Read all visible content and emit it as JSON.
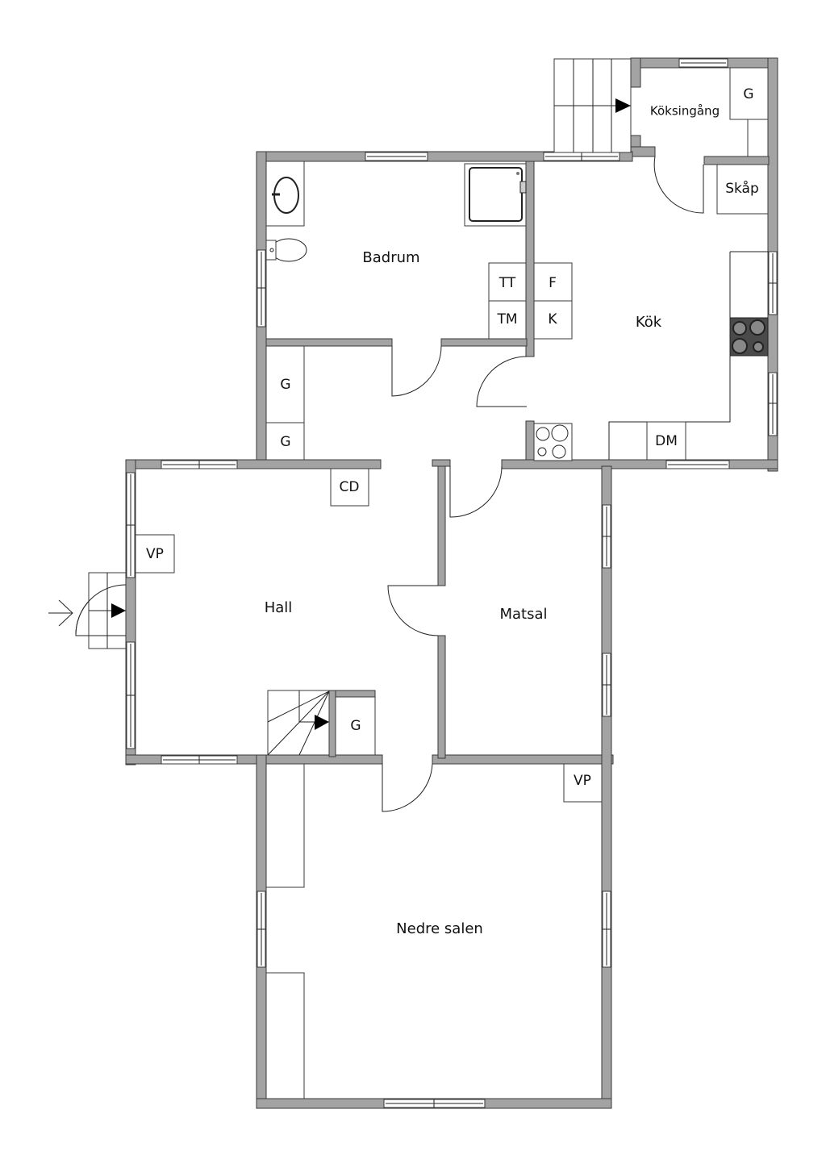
{
  "plan": {
    "colors": {
      "wall": "#a3a3a3",
      "wall_outline": "#3a3a3a",
      "background": "#ffffff",
      "stove_dark": "#4a4a4a"
    },
    "rooms": {
      "koksingang": "Köksingång",
      "badrum": "Badrum",
      "kok": "Kök",
      "hall": "Hall",
      "matsal": "Matsal",
      "nedre_salen": "Nedre salen"
    },
    "fixtures": {
      "koksingang_g": "G",
      "skap": "Skåp",
      "tt": "TT",
      "tm": "TM",
      "f": "F",
      "k": "K",
      "dm": "DM",
      "corridor_g1": "G",
      "corridor_g2": "G",
      "cd": "CD",
      "hall_vp": "VP",
      "stair_g": "G",
      "nedre_vp": "VP"
    },
    "icons": [
      "entrance-arrow-icon",
      "stair-direction-arrow-icon",
      "sink-icon",
      "toilet-icon",
      "shower-icon",
      "stove-icon",
      "hob-icon"
    ]
  }
}
